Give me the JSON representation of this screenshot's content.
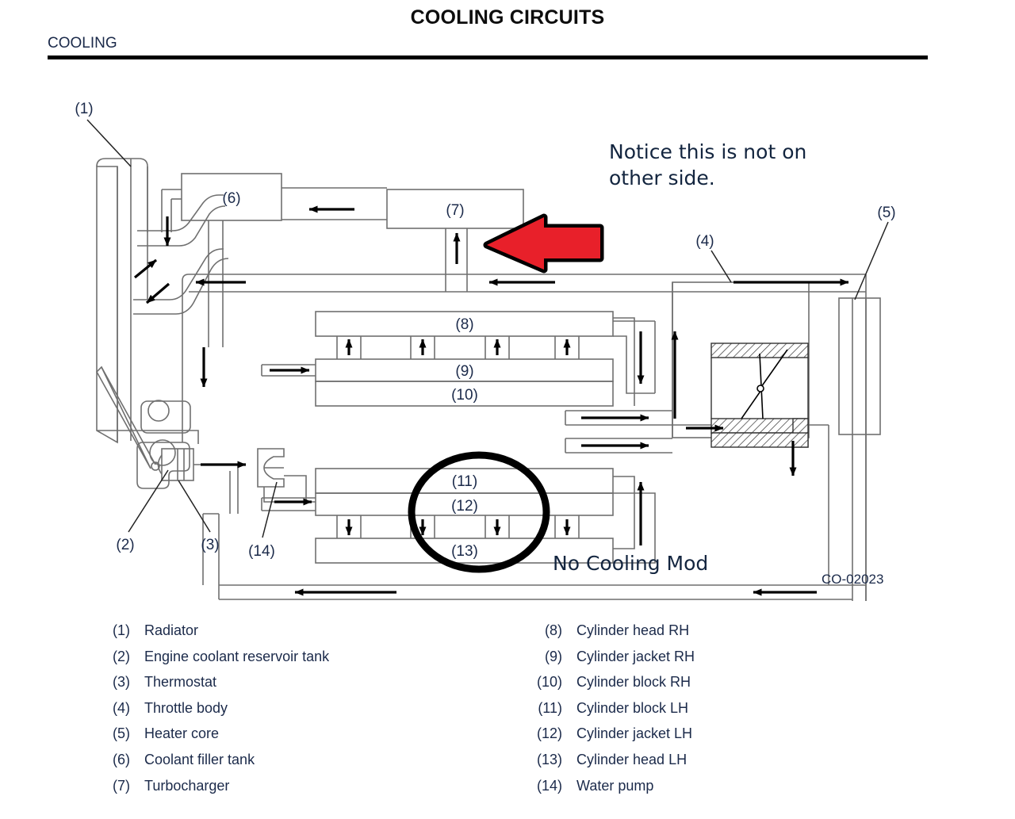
{
  "header": {
    "title": "COOLING CIRCUITS",
    "section": "COOLING"
  },
  "figure": {
    "code": "CO-02023"
  },
  "annotations": {
    "notice": "Notice this is not on other side.",
    "notice_line1": "Notice this is not on",
    "notice_line2": "other side.",
    "no_cooling_mod": "No Cooling Mod",
    "red_arrow_direction": "left",
    "red_arrow_color": "#e8202a",
    "red_arrow_outline": "#000000",
    "ellipse_highlight_target": "(13)"
  },
  "diagram": {
    "callouts": [
      {
        "id": "1",
        "label": "(1)"
      },
      {
        "id": "2",
        "label": "(2)"
      },
      {
        "id": "3",
        "label": "(3)"
      },
      {
        "id": "4",
        "label": "(4)"
      },
      {
        "id": "5",
        "label": "(5)"
      },
      {
        "id": "6",
        "label": "(6)"
      },
      {
        "id": "7",
        "label": "(7)"
      },
      {
        "id": "8",
        "label": "(8)"
      },
      {
        "id": "9",
        "label": "(9)"
      },
      {
        "id": "10",
        "label": "(10)"
      },
      {
        "id": "11",
        "label": "(11)"
      },
      {
        "id": "12",
        "label": "(12)"
      },
      {
        "id": "13",
        "label": "(13)"
      },
      {
        "id": "14",
        "label": "(14)"
      }
    ]
  },
  "legend": {
    "left": [
      {
        "num": "(1)",
        "text": "Radiator"
      },
      {
        "num": "(2)",
        "text": "Engine coolant reservoir tank"
      },
      {
        "num": "(3)",
        "text": "Thermostat"
      },
      {
        "num": "(4)",
        "text": "Throttle body"
      },
      {
        "num": "(5)",
        "text": "Heater core"
      },
      {
        "num": "(6)",
        "text": "Coolant filler tank"
      },
      {
        "num": "(7)",
        "text": "Turbocharger"
      }
    ],
    "right": [
      {
        "num": "(8)",
        "text": "Cylinder head RH"
      },
      {
        "num": "(9)",
        "text": "Cylinder jacket RH"
      },
      {
        "num": "(10)",
        "text": "Cylinder block RH"
      },
      {
        "num": "(11)",
        "text": "Cylinder block LH"
      },
      {
        "num": "(12)",
        "text": "Cylinder jacket LH"
      },
      {
        "num": "(13)",
        "text": "Cylinder head LH"
      },
      {
        "num": "(14)",
        "text": "Water pump"
      }
    ]
  },
  "colors": {
    "text": "#1b2a4a",
    "title": "#0d0d0d",
    "line": "#6f6f6f",
    "arrow": "#000000",
    "accent_red": "#e8202a"
  }
}
